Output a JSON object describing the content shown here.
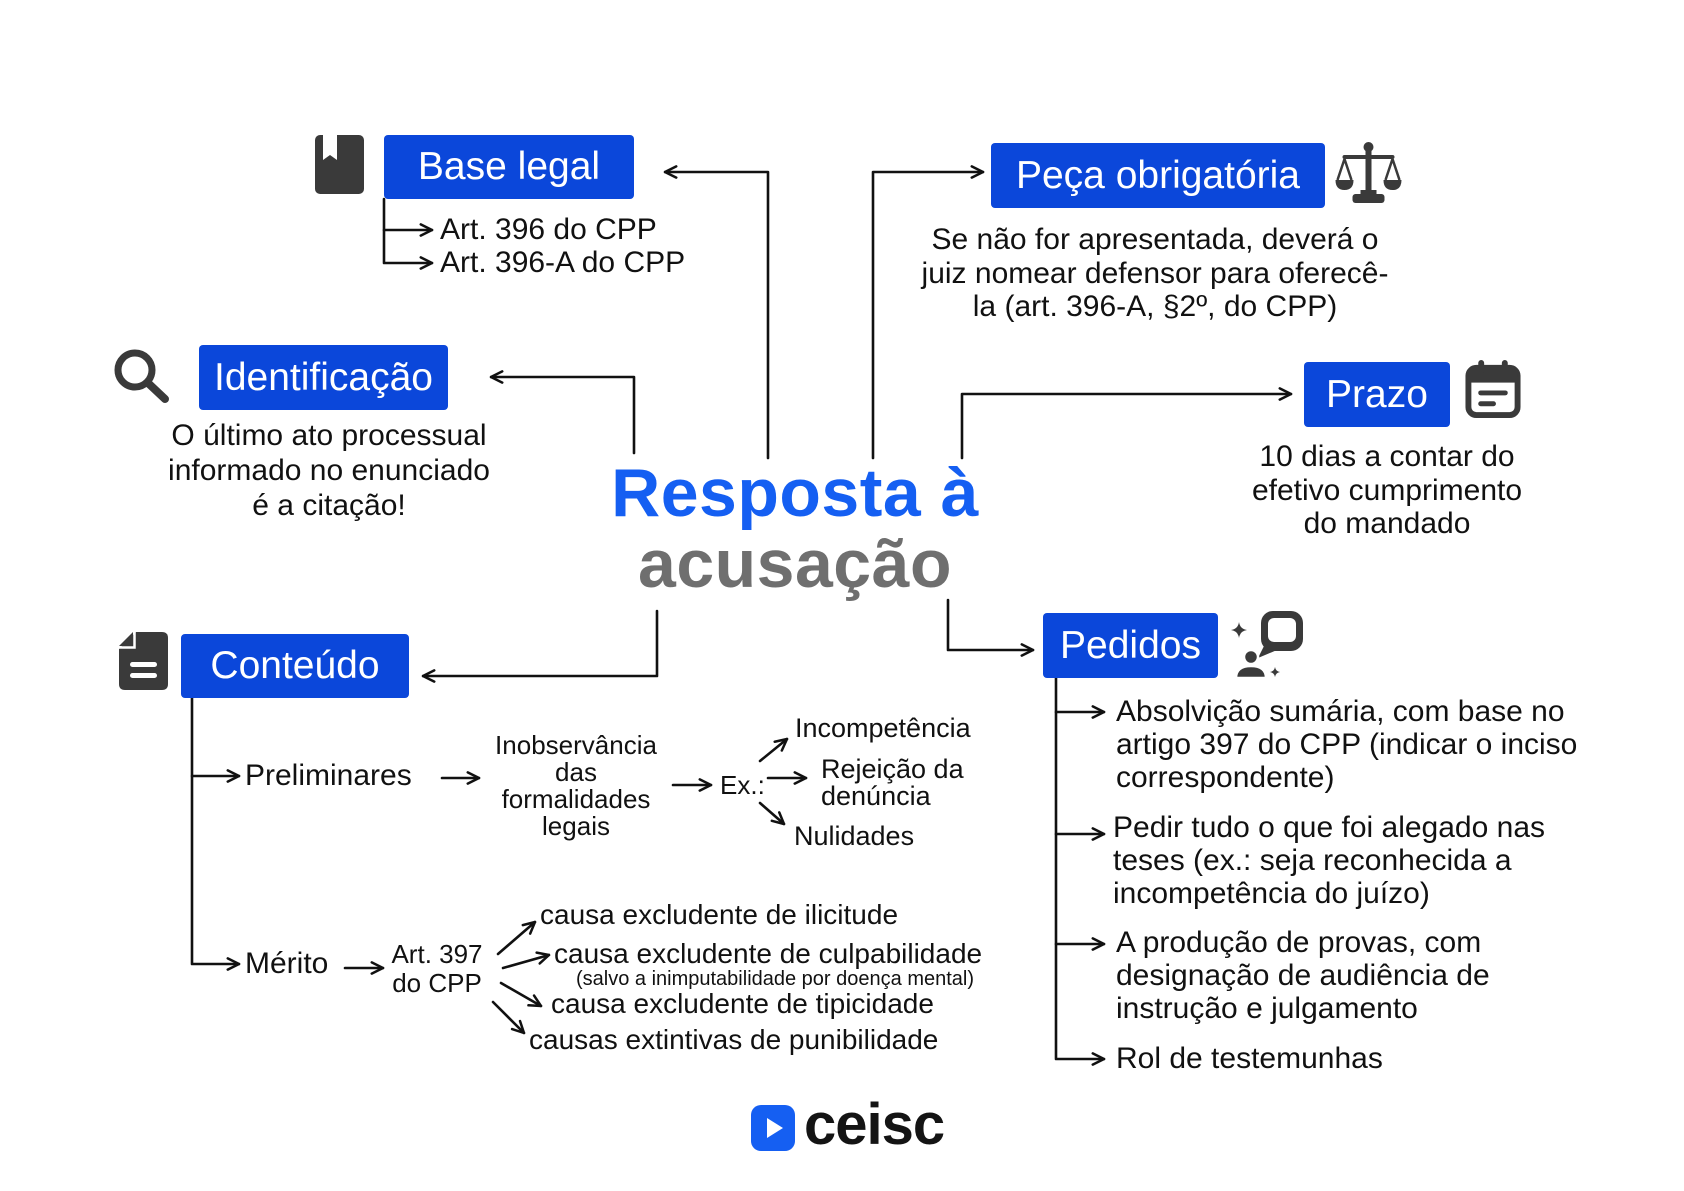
{
  "title": {
    "line1": "Resposta à",
    "line2": "acusação"
  },
  "colors": {
    "box": "#0b47da",
    "title_blue": "#155ff2",
    "title_grey": "#6f6f6f",
    "icon": "#3a3a3a",
    "ink": "#111111"
  },
  "base_legal": {
    "label": "Base legal",
    "icon": "book-icon",
    "items": [
      "Art. 396 do CPP",
      "Art. 396-A do CPP"
    ]
  },
  "peca_obrigatoria": {
    "label": "Peça obrigatória",
    "icon": "scale-icon",
    "note": [
      "Se não for apresentada, deverá o",
      "juiz nomear defensor para oferecê-",
      "la (art. 396-A, §2º, do CPP)"
    ]
  },
  "identificacao": {
    "label": "Identificação",
    "icon": "search-icon",
    "note": [
      "O último ato processual",
      "informado no enunciado",
      "é a citação!"
    ]
  },
  "prazo": {
    "label": "Prazo",
    "icon": "calendar-icon",
    "note": [
      "10 dias a contar do",
      "efetivo cumprimento",
      "do mandado"
    ]
  },
  "conteudo": {
    "label": "Conteúdo",
    "icon": "document-icon",
    "preliminares": {
      "label": "Preliminares",
      "detail": [
        "Inobservância",
        "das",
        "formalidades",
        "legais"
      ],
      "ex_label": "Ex.:",
      "examples": [
        [
          "Incompetência"
        ],
        [
          "Rejeição da",
          "denúncia"
        ],
        [
          "Nulidades"
        ]
      ]
    },
    "merito": {
      "label": "Mérito",
      "basis": [
        "Art. 397",
        "do CPP"
      ],
      "causes": [
        "causa excludente de ilicitude",
        "causa excludente de culpabilidade",
        "causa excludente de tipicidade",
        "causas extintivas de punibilidade"
      ],
      "culpabilidade_note": "(salvo a inimputabilidade por doença mental)"
    }
  },
  "pedidos": {
    "label": "Pedidos",
    "icon": "request-chat-icon",
    "items": [
      [
        "Absolvição sumária, com base no",
        "artigo 397 do CPP (indicar o inciso",
        "correspondente)"
      ],
      [
        "Pedir tudo o que foi alegado nas",
        "teses (ex.: seja reconhecida a",
        "incompetência do juízo)"
      ],
      [
        "A produção de provas, com",
        "designação de audiência de",
        "instrução e julgamento"
      ],
      [
        "Rol de testemunhas"
      ]
    ]
  },
  "logo": {
    "brand": "ceisc",
    "icon": "play-icon"
  }
}
